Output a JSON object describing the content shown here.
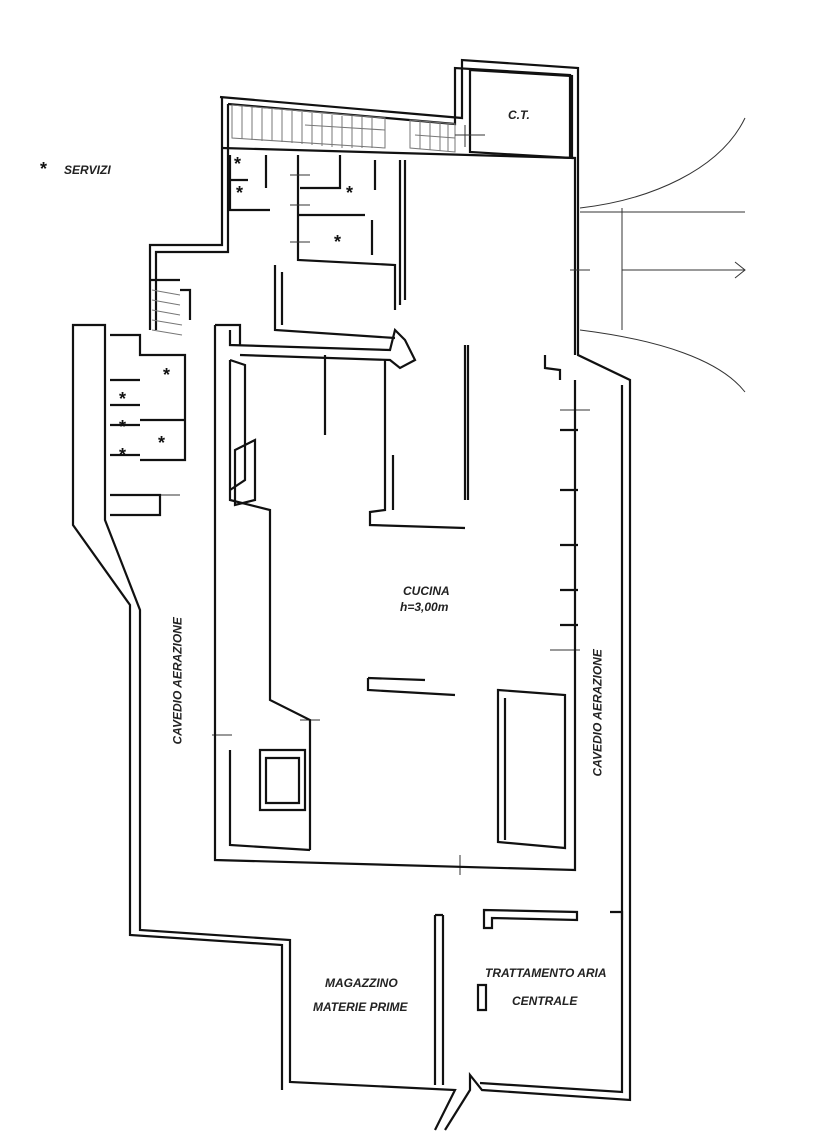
{
  "legend": {
    "symbol": "*",
    "label": "SERVIZI"
  },
  "rooms": {
    "ct": "C.T.",
    "kitchen": {
      "name": "CUCINA",
      "height": "h=3,00m"
    },
    "ventilation_left": "CAVEDIO AERAZIONE",
    "ventilation_right": "CAVEDIO AERAZIONE",
    "storage": {
      "line1": "MAGAZZINO",
      "line2": "MATERIE PRIME"
    },
    "air_treatment": {
      "line1": "TRATTAMENTO ARIA",
      "line2": "CENTRALE"
    }
  },
  "service_marker": "*"
}
